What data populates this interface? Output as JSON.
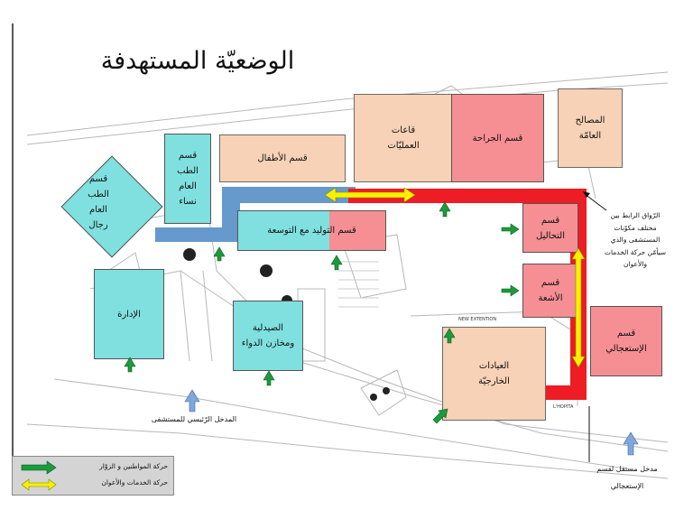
{
  "title": "الوضعيّة المستهدفة",
  "colors": {
    "teal": "#7fe0df",
    "peach": "#f7d2b6",
    "pink": "#f58f93",
    "red_corridor": "#ee1c24",
    "blue_corridor": "#6699cc",
    "arrow_green": "#1a9b3c",
    "arrow_yellow": "#f7f000",
    "arrow_blue": "#7ea7db"
  },
  "departments": {
    "general_men": "قسم\nالطب\nالعام\nرجال",
    "general_women": "قسم\nالطب\nالعام\nنساء",
    "pediatrics": "قسم الأطفال",
    "operating_rooms": "قاعات\nالعمليّات",
    "surgery": "قسم الجراحة",
    "general_services": "المصالح\nالعامّة",
    "maternity": "قسم التوليد مع التوسعة",
    "analysis": "قسم\nالتحاليل",
    "radiology": "قسم\nالأشعة",
    "emergency": "قسم\nالإستعجالي",
    "administration": "الإدارة",
    "pharmacy": "الصيدلية\nومخازن الدواء",
    "outpatient": "العيادات\nالخارجيّة"
  },
  "annotations": {
    "corridor_note": "الرّواق الرابط بين\nمختلف مكوّنات\nالمستشفى والذي\nسيأمّن حركة الخدمات\nوالأعوان",
    "main_entrance": "المدخل الرّئيسي للمستشفى",
    "emergency_entrance": "مدخل مستقل لقسم\nالإستعجالي",
    "plan_text_1": "NEW EXTENTION",
    "plan_text_2": "L'HOPITA"
  },
  "legend": {
    "visitors": "حركة المواطنين و الزوّار",
    "services": "حركة الخدمات والأعوان"
  }
}
